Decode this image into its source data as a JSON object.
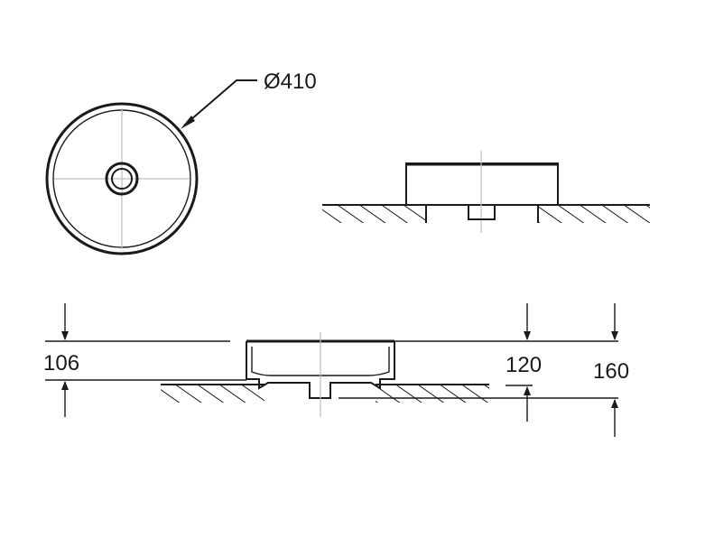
{
  "drawing": {
    "diameter_label": "Ø410",
    "dim_left_height": "106",
    "dim_middle_height": "120",
    "dim_right_height": "160"
  }
}
